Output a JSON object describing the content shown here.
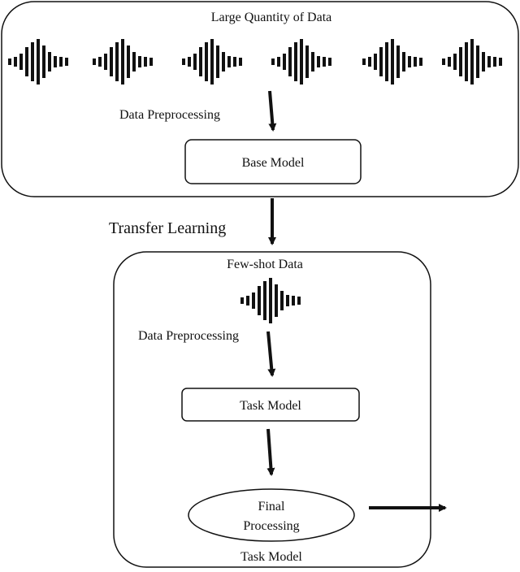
{
  "pretraining": {
    "title": "Large Quantity of Data",
    "preprocessing_label": "Data Preprocessing",
    "model_label": "Base Model"
  },
  "transfer_label": "Transfer Learning",
  "finetuning": {
    "title": "Few-shot Data",
    "preprocessing_label": "Data Preprocessing",
    "model_label": "Task Model",
    "final_line1": "Final",
    "final_line2": "Processing",
    "footer_label": "Task Model"
  },
  "colors": {
    "stroke": "#111111",
    "background": "#ffffff"
  },
  "icons": {
    "waveform": "audio-waveform-icon",
    "arrow": "down-arrow-icon"
  }
}
